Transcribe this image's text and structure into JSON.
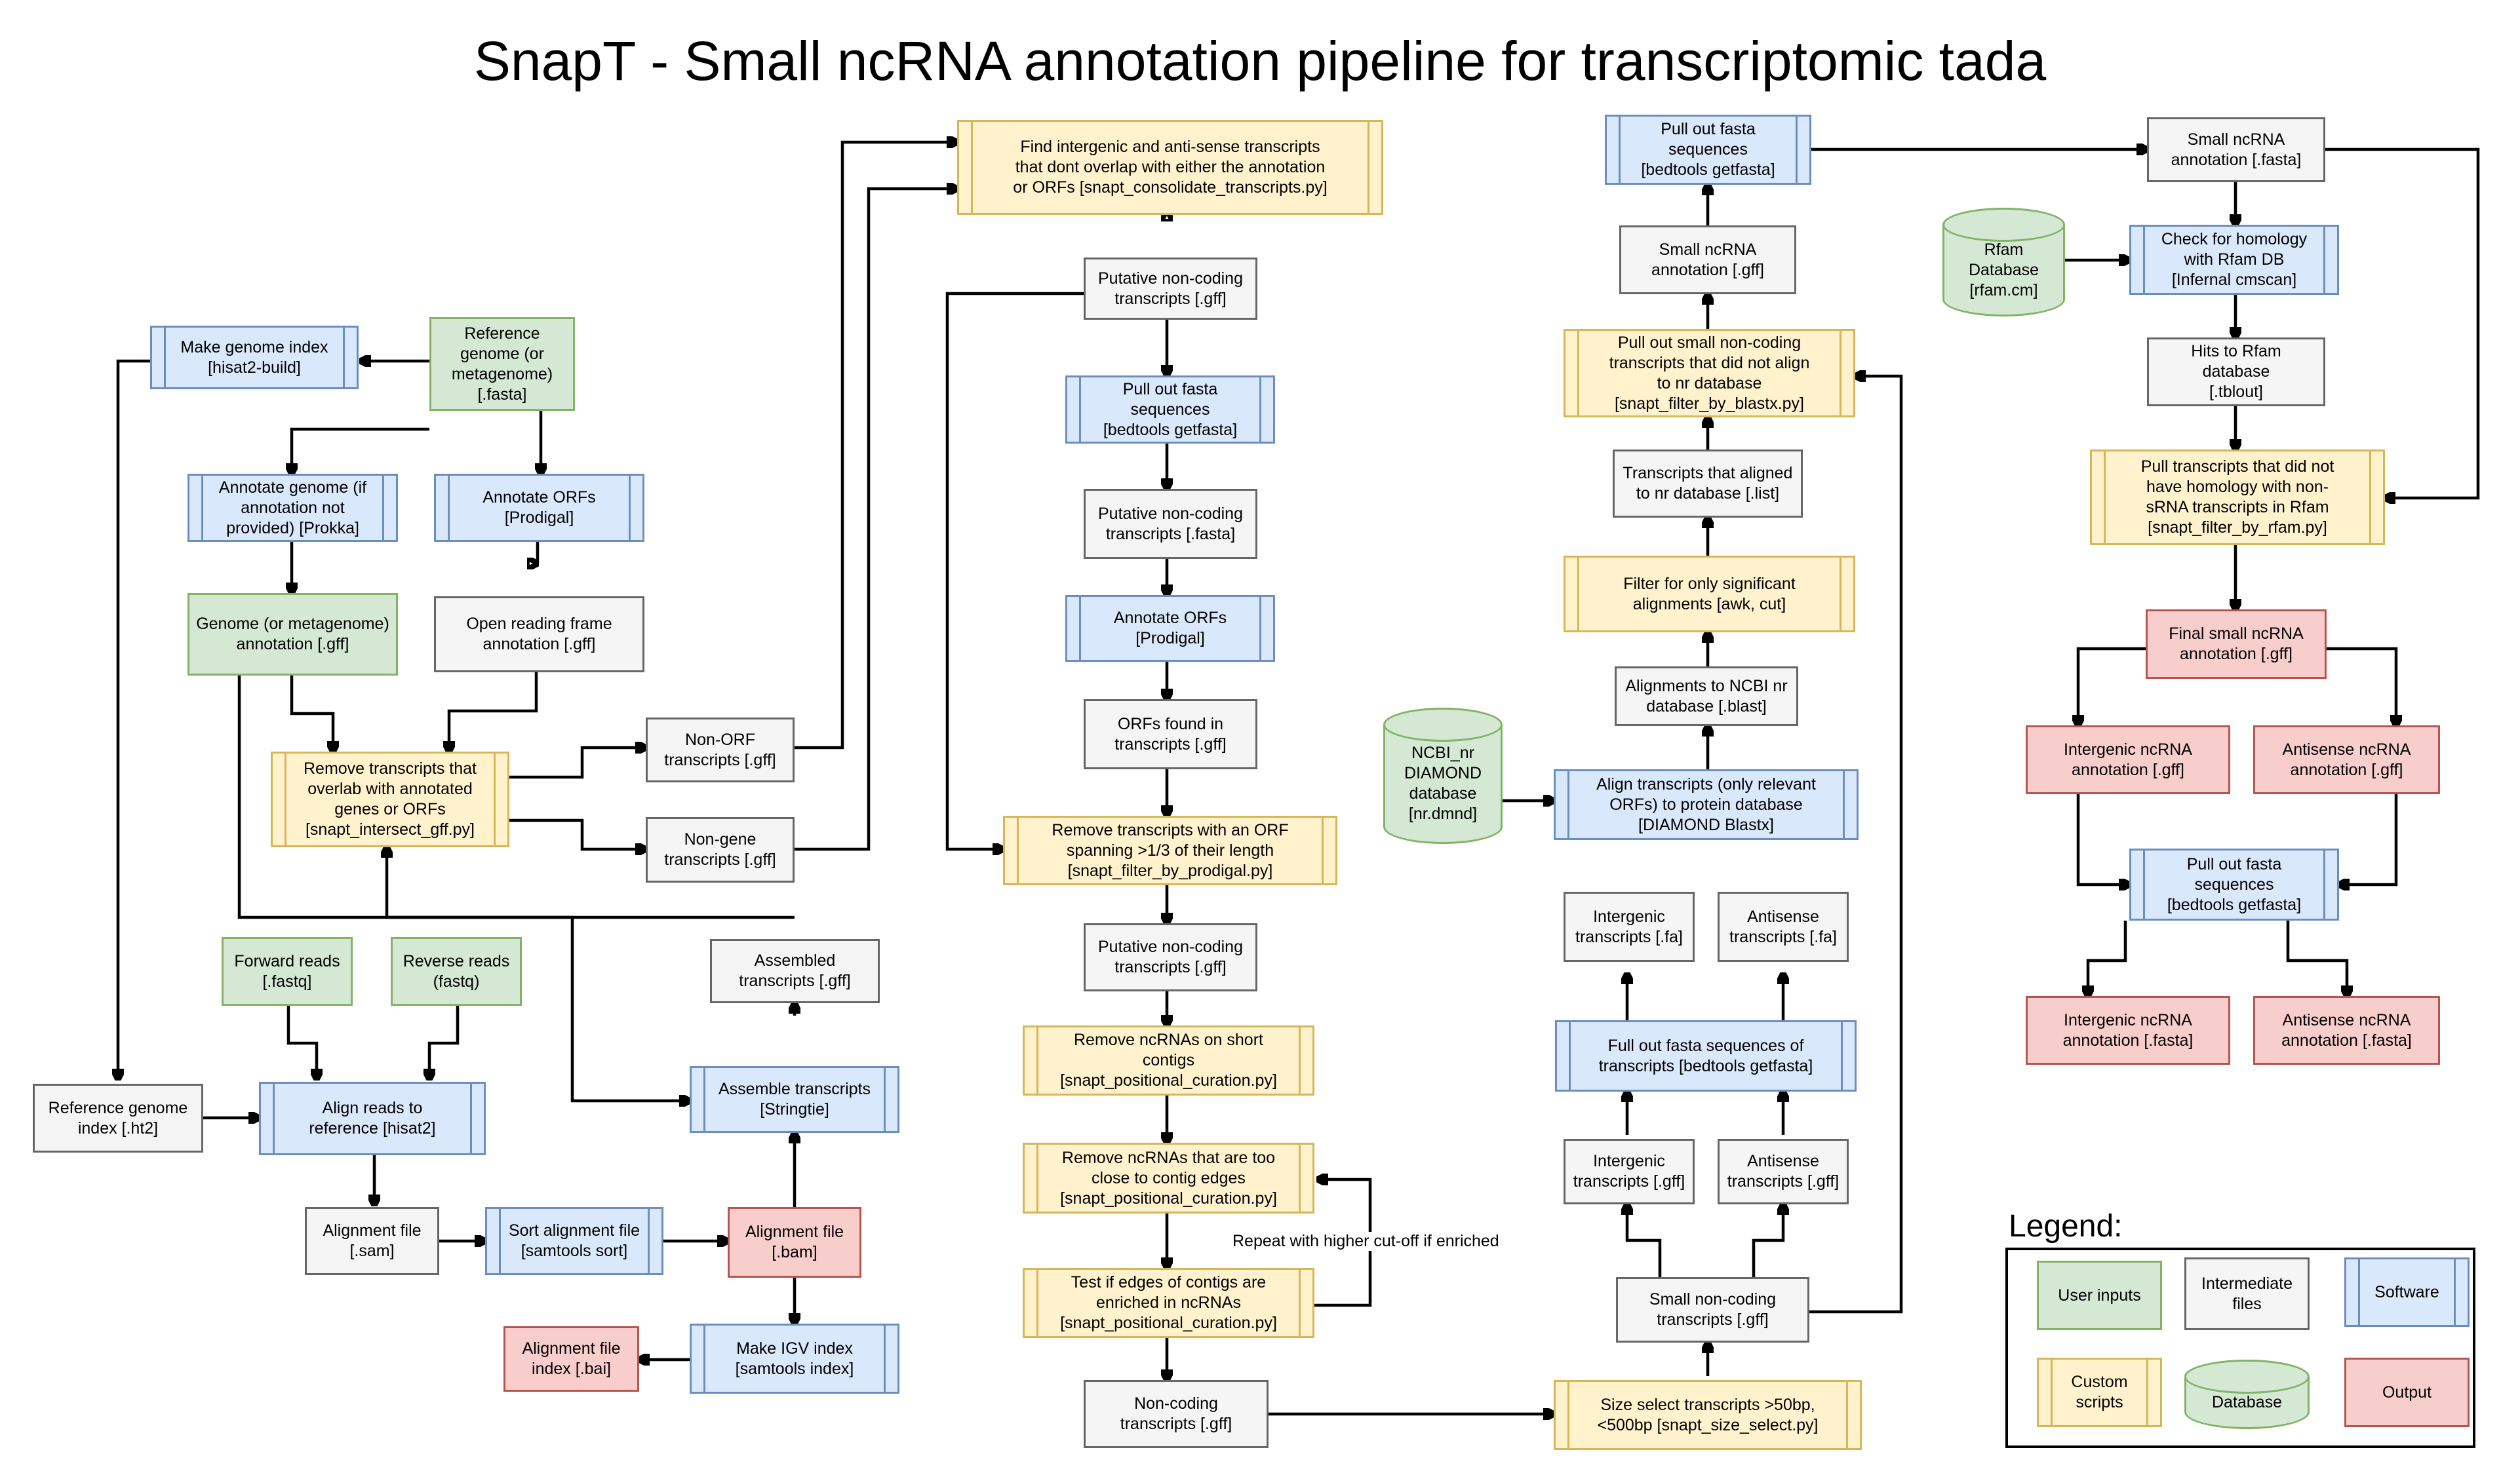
{
  "title": "SnapT - Small ncRNA annotation pipeline for transcriptomic tada",
  "nodes": {
    "ref_genome": "Reference\ngenome (or\nmetagenome)\n[.fasta]",
    "make_index": "Make genome index\n[hisat2-build]",
    "annotate_genome": "Annotate genome (if\nannotation not\nprovided) [Prokka]",
    "annotate_orfs_left": "Annotate ORFs\n[Prodigal]",
    "genome_annotation": "Genome (or metagenome)\nannotation [.gff]",
    "orf_annotation": "Open reading frame\nannotation [.gff]",
    "remove_overlap": "Remove transcripts that\noverlab with annotated\ngenes or ORFs\n[snapt_intersect_gff.py]",
    "non_orf": "Non-ORF\ntranscripts [.gff]",
    "non_gene": "Non-gene\ntranscripts [.gff]",
    "forward_reads": "Forward reads\n[.fastq]",
    "reverse_reads": "Reverse reads\n(fastq)",
    "assembled": "Assembled\ntranscripts [.gff]",
    "ref_index": "Reference genome\nindex [.ht2]",
    "align_reads": "Align reads to\nreference [hisat2]",
    "assemble": "Assemble transcripts\n[Stringtie]",
    "align_sam": "Alignment file\n[.sam]",
    "sort_align": "Sort alignment file\n[samtools sort]",
    "align_bam": "Alignment file\n[.bam]",
    "align_bai": "Alignment file\nindex [.bai]",
    "igv_index": "Make IGV index\n[samtools index]",
    "find_intergenic": "Find intergenic and anti-sense transcripts\nthat dont overlap with either the annotation\nor ORFs [snapt_consolidate_transcripts.py]",
    "putative_gff1": "Putative non-coding\ntranscripts [.gff]",
    "pull_fasta_mid": "Pull out fasta\nsequences\n[bedtools getfasta]",
    "putative_fasta": "Putative non-coding\ntranscripts [.fasta]",
    "annotate_orfs_mid": "Annotate ORFs\n[Prodigal]",
    "orfs_found": "ORFs found in\ntranscripts [.gff]",
    "remove_orf": "Remove transcripts with an ORF\nspanning >1/3 of their length\n[snapt_filter_by_prodigal.py]",
    "putative_gff2": "Putative non-coding\ntranscripts [.gff]",
    "remove_short": "Remove ncRNAs on short\ncontigs\n[snapt_positional_curation.py]",
    "remove_edges": "Remove ncRNAs that are too\nclose to contig edges\n[snapt_positional_curation.py]",
    "test_edges": "Test if edges of contigs are\nenriched in ncRNAs\n[snapt_positional_curation.py]",
    "noncoding_gff": "Non-coding\ntranscripts [.gff]",
    "size_select": "Size select transcripts >50bp,\n<500bp [snapt_size_select.py]",
    "small_noncoding": "Small non-coding\ntranscripts [.gff]",
    "intergenic_gff": "Intergenic\ntranscripts [.gff]",
    "antisense_gff": "Antisense\ntranscripts [.gff]",
    "full_fasta": "Full out fasta sequences of\ntranscripts [bedtools getfasta]",
    "intergenic_fa": "Intergenic\ntranscripts [.fa]",
    "antisense_fa": "Antisense\ntranscripts [.fa]",
    "align_diamond": "Align transcripts (only relevant\nORFs) to protein database\n[DIAMOND Blastx]",
    "ncbi_db": "NCBI_nr\nDIAMOND\ndatabase\n[nr.dmnd]",
    "alignments_nr": "Alignments to NCBI nr\ndatabase [.blast]",
    "filter_sig": "Filter for only significant\nalignments [awk, cut]",
    "aligned_list": "Transcripts that aligned\nto nr database [.list]",
    "pull_small": "Pull out small non-coding\ntranscripts that did not align\nto nr database\n[snapt_filter_by_blastx.py]",
    "small_annot_gff": "Small ncRNA\nannotation [.gff]",
    "pull_fasta_right": "Pull out fasta\nsequences\n[bedtools getfasta]",
    "small_annot_fasta": "Small ncRNA\nannotation [.fasta]",
    "rfam_db": "Rfam\nDatabase\n[rfam.cm]",
    "check_homology": "Check for homology\nwith Rfam DB\n[Infernal cmscan]",
    "rfam_hits": "Hits to Rfam database\n[.tblout]",
    "pull_rfam": "Pull transcripts that did not\nhave homology with non-\nsRNA transcripts in Rfam\n[snapt_filter_by_rfam.py]",
    "final_annot": "Final small ncRNA\nannotation [.gff]",
    "intergenic_ncrna_gff": "Intergenic ncRNA\nannotation [.gff]",
    "antisense_ncrna_gff": "Antisense ncRNA\nannotation [.gff]",
    "pull_fasta_final": "Pull out fasta\nsequences\n[bedtools getfasta]",
    "intergenic_ncrna_fasta": "Intergenic ncRNA\nannotation [.fasta]",
    "antisense_ncrna_fasta": "Antisense ncRNA\nannotation [.fasta]"
  },
  "edge_label": "Repeat with higher cut-off if enriched",
  "legend": {
    "title": "Legend:",
    "user_inputs": "User inputs",
    "intermediate": "Intermediate\nfiles",
    "software": "Software",
    "custom": "Custom\nscripts",
    "database": "Database",
    "output": "Output"
  }
}
